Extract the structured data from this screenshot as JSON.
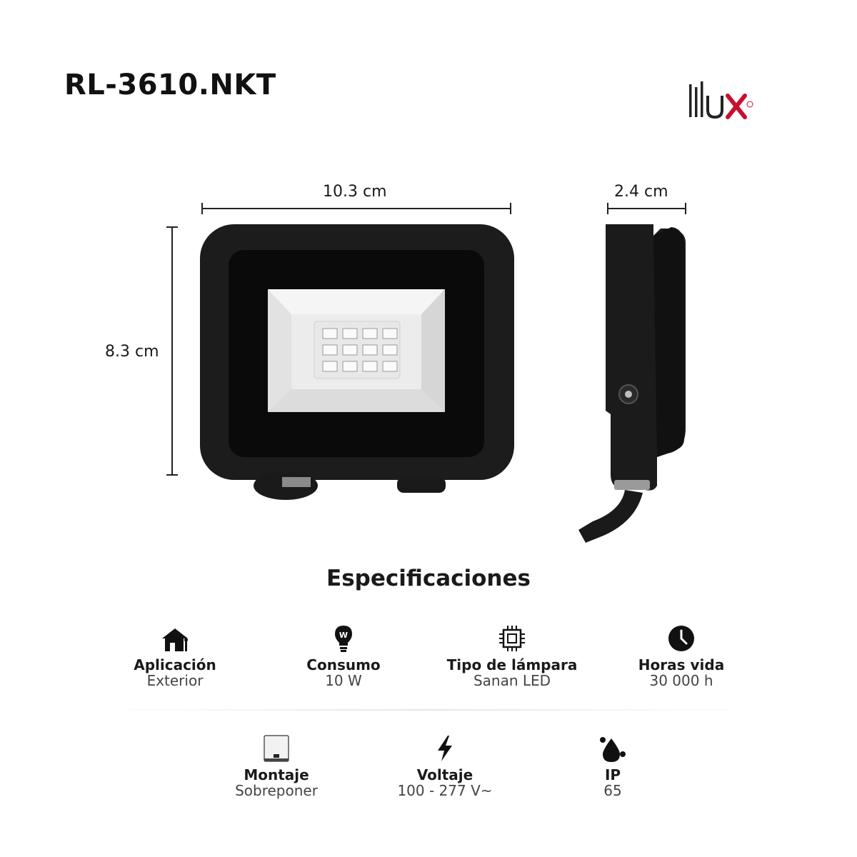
{
  "header": {
    "model": "RL-3610.NKT",
    "brand": "illux",
    "brand_registered": "®"
  },
  "dimensions": {
    "width": "10.3 cm",
    "depth": "2.4 cm",
    "height": "8.3 cm"
  },
  "specs_title": "Especificaciones",
  "specs": [
    {
      "label": "Aplicación",
      "value": "Exterior",
      "icon": "house-icon"
    },
    {
      "label": "Consumo",
      "value": "10 W",
      "icon": "bulb-watt-icon"
    },
    {
      "label": "Tipo de lámpara",
      "value": "Sanan LED",
      "icon": "chip-icon"
    },
    {
      "label": "Horas vida",
      "value": "30 000 h",
      "icon": "clock-icon"
    },
    {
      "label": "Montaje",
      "value": "Sobreponer",
      "icon": "surface-mount-icon"
    },
    {
      "label": "Voltaje",
      "value": "100 - 277 V~",
      "icon": "lightning-icon"
    },
    {
      "label": "IP",
      "value": "65",
      "icon": "water-drop-icon"
    }
  ],
  "colors": {
    "brand_red": "#c8102e",
    "body": "#1b1b1b",
    "text": "#1a1a1a"
  }
}
